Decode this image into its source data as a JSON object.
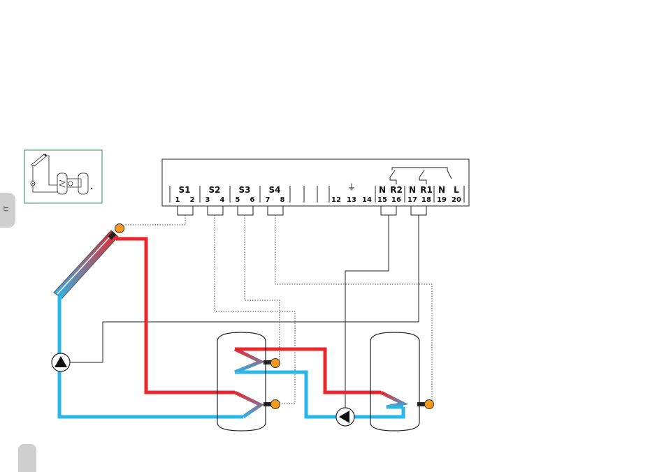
{
  "side_tab": {
    "label": "IT"
  },
  "controller": {
    "sensor_groups": [
      {
        "label": "S1",
        "terminals": [
          "1",
          "2"
        ]
      },
      {
        "label": "S2",
        "terminals": [
          "3",
          "4"
        ]
      },
      {
        "label": "S3",
        "terminals": [
          "5",
          "6"
        ]
      },
      {
        "label": "S4",
        "terminals": [
          "7",
          "8"
        ]
      }
    ],
    "ground_terminals": [
      "12",
      "13",
      "14"
    ],
    "ground_symbol": "⏚",
    "relay_labels": [
      "N",
      "R2",
      "N",
      "R1",
      "N",
      "L"
    ],
    "relay_terminals": [
      "15",
      "16",
      "17",
      "18",
      "19",
      "20"
    ]
  },
  "colors": {
    "hot": "#e8262c",
    "cold": "#2bb6ea",
    "sensor": "#f39a1e",
    "mini_frame": "#2e8b57",
    "tab": "#cfcfcf"
  }
}
